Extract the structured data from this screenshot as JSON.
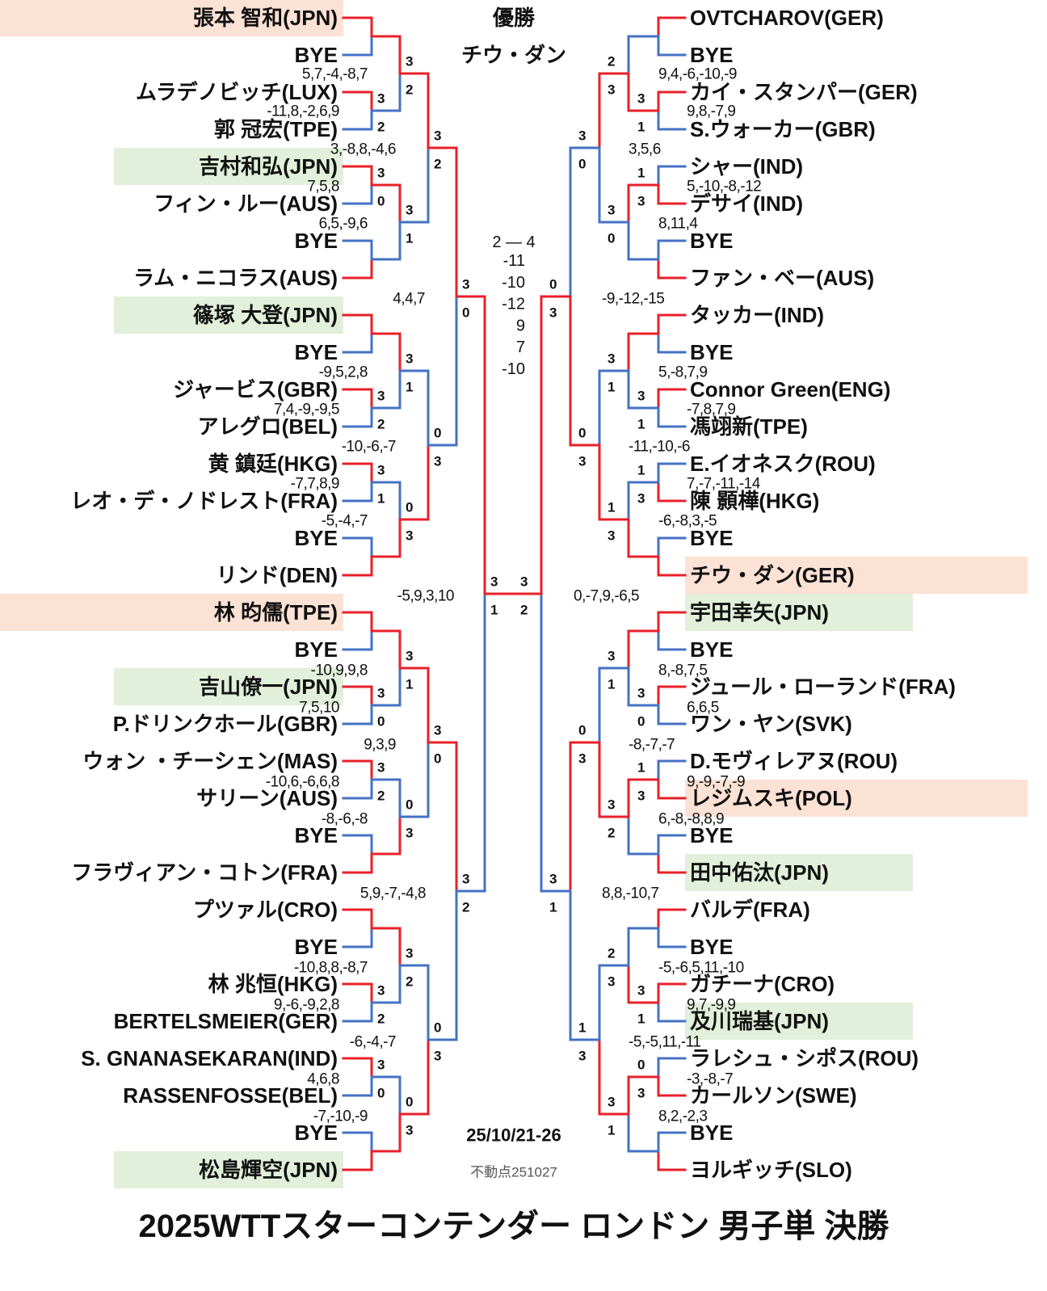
{
  "header": {
    "champion_label": "優勝",
    "champion_name": "チウ・ダン"
  },
  "title": "2025WTTスターコンテンダー ロンドン 男子単 決勝",
  "date": "25/10/21-26",
  "credit": "不動点251027",
  "colors": {
    "winner_line": "#e8202a",
    "loser_line": "#4472c4",
    "highlight_orange": "#fbe2d5",
    "highlight_green": "#e2efda"
  },
  "final": {
    "result": "2 — 4",
    "games": [
      "-11",
      "-10",
      "-12",
      "9",
      "7",
      "-10"
    ],
    "winner": 1
  },
  "left": {
    "players": [
      {
        "name": "張本 智和(JPN)",
        "highlight": "orange"
      },
      {
        "name": "BYE"
      },
      {
        "name": "ムラデノビッチ(LUX)"
      },
      {
        "name": "郭 冠宏(TPE)"
      },
      {
        "name": "吉村和弘(JPN)",
        "highlight": "green"
      },
      {
        "name": "フィン・ルー(AUS)"
      },
      {
        "name": "BYE"
      },
      {
        "name": "ラム・ニコラス(AUS)"
      },
      {
        "name": "篠塚 大登(JPN)",
        "highlight": "green"
      },
      {
        "name": "BYE"
      },
      {
        "name": "ジャービス(GBR)"
      },
      {
        "name": "アレグロ(BEL)"
      },
      {
        "name": "黄 鎮廷(HKG)"
      },
      {
        "name": "レオ・デ・ノドレスト(FRA)"
      },
      {
        "name": "BYE"
      },
      {
        "name": "リンド(DEN)"
      },
      {
        "name": "林 昀儒(TPE)",
        "highlight": "orange"
      },
      {
        "name": "BYE"
      },
      {
        "name": "吉山僚一(JPN)",
        "highlight": "green"
      },
      {
        "name": "P.ドリンクホール(GBR)"
      },
      {
        "name": "ウォン ・チーシェン(MAS)"
      },
      {
        "name": "サリーン(AUS)"
      },
      {
        "name": "BYE"
      },
      {
        "name": "フラヴィアン・コトン(FRA)"
      },
      {
        "name": "プツァル(CRO)"
      },
      {
        "name": "BYE"
      },
      {
        "name": "林 兆恒(HKG)"
      },
      {
        "name": "BERTELSMEIER(GER)"
      },
      {
        "name": "S. GNANASEKARAN(IND)"
      },
      {
        "name": "RASSENFOSSE(BEL)"
      },
      {
        "name": "BYE"
      },
      {
        "name": "松島輝空(JPN)",
        "highlight": "green"
      }
    ],
    "rounds": [
      [
        {
          "s": null,
          "w": 0
        },
        {
          "s": [
            3,
            2
          ],
          "w": 0
        },
        {
          "s": [
            3,
            0
          ],
          "w": 0
        },
        {
          "s": null,
          "w": 1
        },
        {
          "s": null,
          "w": 0
        },
        {
          "s": [
            3,
            2
          ],
          "w": 0
        },
        {
          "s": [
            3,
            1
          ],
          "w": 0
        },
        {
          "s": null,
          "w": 1
        },
        {
          "s": null,
          "w": 0
        },
        {
          "s": [
            3,
            0
          ],
          "w": 0
        },
        {
          "s": [
            3,
            2
          ],
          "w": 0
        },
        {
          "s": null,
          "w": 1
        },
        {
          "s": null,
          "w": 0
        },
        {
          "s": [
            3,
            2
          ],
          "w": 0
        },
        {
          "s": [
            3,
            0
          ],
          "w": 0
        },
        {
          "s": null,
          "w": 1
        }
      ],
      [
        {
          "s": [
            3,
            2
          ],
          "w": 0
        },
        {
          "s": [
            3,
            1
          ],
          "w": 0
        },
        {
          "s": [
            3,
            1
          ],
          "w": 0
        },
        {
          "s": [
            0,
            3
          ],
          "w": 1
        },
        {
          "s": [
            3,
            1
          ],
          "w": 0
        },
        {
          "s": [
            0,
            3
          ],
          "w": 1
        },
        {
          "s": [
            3,
            2
          ],
          "w": 0
        },
        {
          "s": [
            0,
            3
          ],
          "w": 1
        }
      ],
      [
        {
          "s": [
            3,
            2
          ],
          "w": 0
        },
        {
          "s": [
            0,
            3
          ],
          "w": 1
        },
        {
          "s": [
            3,
            0
          ],
          "w": 0
        },
        {
          "s": [
            0,
            3
          ],
          "w": 1
        }
      ],
      [
        {
          "s": [
            3,
            0
          ],
          "w": 0
        },
        {
          "s": [
            3,
            2
          ],
          "w": 0
        }
      ],
      [
        {
          "s": [
            3,
            1
          ],
          "w": 0
        }
      ]
    ],
    "game_scores": [
      "5,7,-4,-8,7",
      "-11,8,-2,6,9",
      "3,-8,8,-4,6",
      "7,5,8",
      "6,5,-9,6",
      "4,4,7",
      "-9,5,2,8",
      "7,4,-9,-9,5",
      "-10,-6,-7",
      "-7,7,8,9",
      "-5,-4,-7",
      "-5,9,3,10",
      "-10,9,9,8",
      "7,5,10",
      "9,3,9",
      "-10,6,-6,6,8",
      "-8,-6,-8",
      "5,9,-7,-4,8",
      "-10,8,8,-8,7",
      "9,-6,-9,2,8",
      "-6,-4,-7",
      "4,6,8",
      "-7,-10,-9"
    ]
  },
  "right": {
    "players": [
      {
        "name": "OVTCHAROV(GER)"
      },
      {
        "name": "BYE"
      },
      {
        "name": "カイ・スタンパー(GER)"
      },
      {
        "name": "S.ウォーカー(GBR)"
      },
      {
        "name": "シャー(IND)"
      },
      {
        "name": "デサイ(IND)"
      },
      {
        "name": "BYE"
      },
      {
        "name": "ファン・ベー(AUS)"
      },
      {
        "name": "タッカー(IND)"
      },
      {
        "name": "BYE"
      },
      {
        "name": "Connor Green(ENG)"
      },
      {
        "name": "馮翊新(TPE)"
      },
      {
        "name": "E.イオネスク(ROU)"
      },
      {
        "name": "陳 顥樺(HKG)"
      },
      {
        "name": "BYE"
      },
      {
        "name": "チウ・ダン(GER)",
        "highlight": "orange"
      },
      {
        "name": "宇田幸矢(JPN)",
        "highlight": "green"
      },
      {
        "name": "BYE"
      },
      {
        "name": "ジュール・ローランド(FRA)"
      },
      {
        "name": "ワン・ヤン(SVK)"
      },
      {
        "name": "D.モヴィレアヌ(ROU)"
      },
      {
        "name": "レジムスキ(POL)",
        "highlight": "orange"
      },
      {
        "name": "BYE"
      },
      {
        "name": "田中佑汰(JPN)",
        "highlight": "green"
      },
      {
        "name": "バルデ(FRA)"
      },
      {
        "name": "BYE"
      },
      {
        "name": "ガチーナ(CRO)"
      },
      {
        "name": "及川瑞基(JPN)",
        "highlight": "green"
      },
      {
        "name": "ラレシュ・シポス(ROU)"
      },
      {
        "name": "カールソン(SWE)"
      },
      {
        "name": "BYE"
      },
      {
        "name": "ヨルギッチ(SLO)"
      }
    ],
    "rounds": [
      [
        {
          "s": null,
          "w": 0
        },
        {
          "s": [
            3,
            1
          ],
          "w": 0
        },
        {
          "s": [
            1,
            3
          ],
          "w": 1
        },
        {
          "s": null,
          "w": 1
        },
        {
          "s": null,
          "w": 0
        },
        {
          "s": [
            3,
            1
          ],
          "w": 0
        },
        {
          "s": [
            1,
            3
          ],
          "w": 1
        },
        {
          "s": null,
          "w": 1
        },
        {
          "s": null,
          "w": 0
        },
        {
          "s": [
            3,
            0
          ],
          "w": 0
        },
        {
          "s": [
            1,
            3
          ],
          "w": 1
        },
        {
          "s": null,
          "w": 1
        },
        {
          "s": null,
          "w": 0
        },
        {
          "s": [
            3,
            1
          ],
          "w": 0
        },
        {
          "s": [
            0,
            3
          ],
          "w": 1
        },
        {
          "s": null,
          "w": 1
        }
      ],
      [
        {
          "s": [
            2,
            3
          ],
          "w": 1
        },
        {
          "s": [
            3,
            0
          ],
          "w": 0
        },
        {
          "s": [
            3,
            1
          ],
          "w": 0
        },
        {
          "s": [
            1,
            3
          ],
          "w": 1
        },
        {
          "s": [
            3,
            1
          ],
          "w": 0
        },
        {
          "s": [
            3,
            2
          ],
          "w": 0
        },
        {
          "s": [
            2,
            3
          ],
          "w": 1
        },
        {
          "s": [
            3,
            1
          ],
          "w": 0
        }
      ],
      [
        {
          "s": [
            3,
            0
          ],
          "w": 0
        },
        {
          "s": [
            0,
            3
          ],
          "w": 1
        },
        {
          "s": [
            0,
            3
          ],
          "w": 1
        },
        {
          "s": [
            1,
            3
          ],
          "w": 1
        }
      ],
      [
        {
          "s": [
            0,
            3
          ],
          "w": 1
        },
        {
          "s": [
            3,
            1
          ],
          "w": 0
        }
      ],
      [
        {
          "s": [
            3,
            2
          ],
          "w": 0
        }
      ]
    ],
    "game_scores": [
      "9,4,-6,-10,-9",
      "9,8,-7,9",
      "3,5,6",
      "5,-10,-8,-12",
      "8,11,4",
      "-9,-12,-15",
      "5,-8,7,9",
      "-7,8,7,9",
      "-11,-10,-6",
      "7,-7,-11,-14",
      "-6,-8,3,-5",
      "0,-7,9,-6,5",
      "8,-8,7,5",
      "6,6,5",
      "-8,-7,-7",
      "9,-9,-7,-9",
      "6,-8,-8,8,9",
      "8,8,-10,7",
      "-5,-6,5,11,-10",
      "9,7,-9,9",
      "-5,-5,11,-11",
      "-3,-8,-7",
      "8,2,-2,3"
    ]
  }
}
